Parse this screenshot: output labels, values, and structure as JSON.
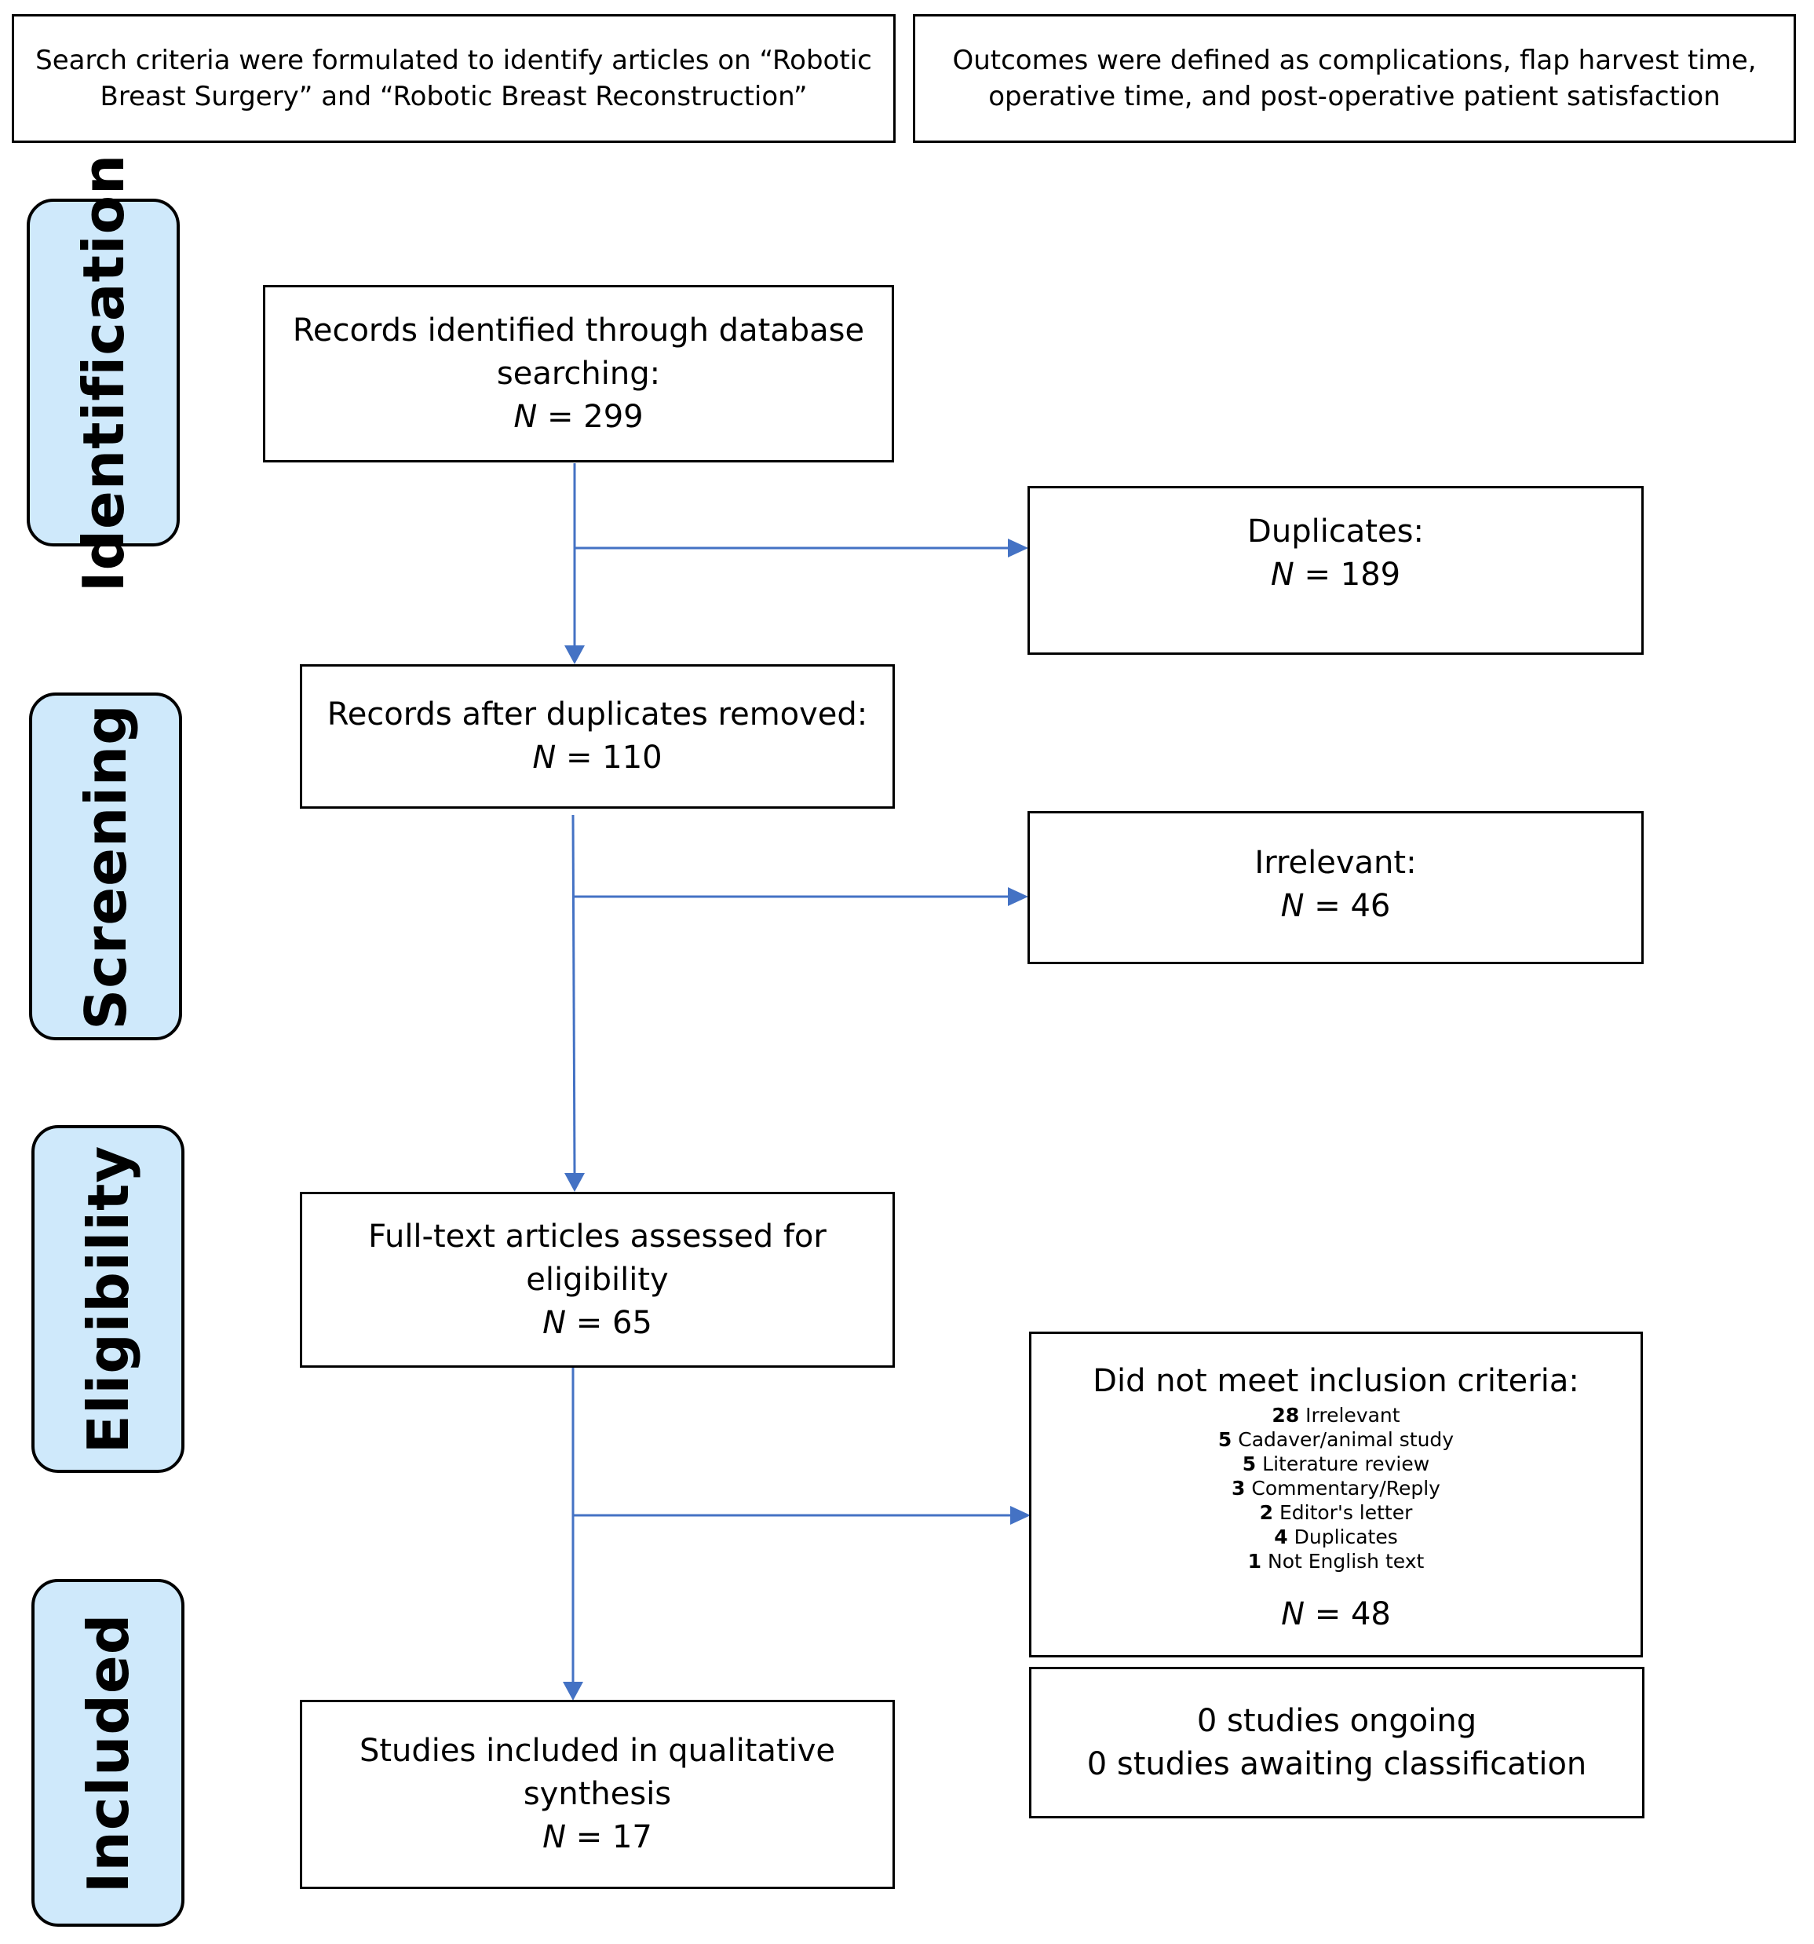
{
  "criteria": {
    "search": {
      "line1": "Search criteria were formulated to identify articles on “Robotic",
      "line2": "Breast Surgery” and “Robotic Breast Reconstruction”"
    },
    "outcomes": {
      "line1": "Outcomes were defined as complications, flap harvest time,",
      "line2": "operative time, and post-operative patient satisfaction"
    }
  },
  "stages": {
    "identification": "Identification",
    "screening": "Screening",
    "eligibility": "Eligibility",
    "included": "Included"
  },
  "n_label": "N",
  "n_eq": " = ",
  "boxes": {
    "identified": {
      "line1": "Records identified through database",
      "line2": "searching:",
      "n": "299"
    },
    "duplicates": {
      "line1": "Duplicates:",
      "n": "189"
    },
    "after_dup": {
      "line1": "Records after duplicates removed:",
      "n": "110"
    },
    "irrelevant": {
      "line1": "Irrelevant:",
      "n": "46"
    },
    "fulltext": {
      "line1": "Full-text articles assessed for",
      "line2": "eligibility",
      "n": "65"
    },
    "not_meet": {
      "title": "Did not meet inclusion criteria:",
      "reasons": [
        {
          "count": "28",
          "label": " Irrelevant"
        },
        {
          "count": "5",
          "label": " Cadaver/animal study"
        },
        {
          "count": "5",
          "label": " Literature review"
        },
        {
          "count": "3",
          "label": " Commentary/Reply"
        },
        {
          "count": "2",
          "label": " Editor's letter"
        },
        {
          "count": "4",
          "label": " Duplicates"
        },
        {
          "count": "1",
          "label": " Not English text"
        }
      ],
      "n": "48"
    },
    "ongoing": {
      "line1": "0 studies ongoing",
      "line2": "0 studies awaiting classification"
    },
    "included": {
      "line1": "Studies included in qualitative",
      "line2": "synthesis",
      "n": "17"
    }
  },
  "colors": {
    "stage_fill": "#cfe9fb",
    "arrow": "#4472c4",
    "border": "#000000"
  }
}
